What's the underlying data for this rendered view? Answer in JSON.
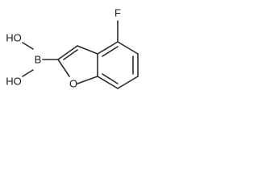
{
  "molecule": {
    "atoms": {
      "fluorine": "F",
      "boron": "B",
      "hydroxyl_top": "HO",
      "hydroxyl_bottom": "HO",
      "ring_oxygen": "O"
    }
  }
}
